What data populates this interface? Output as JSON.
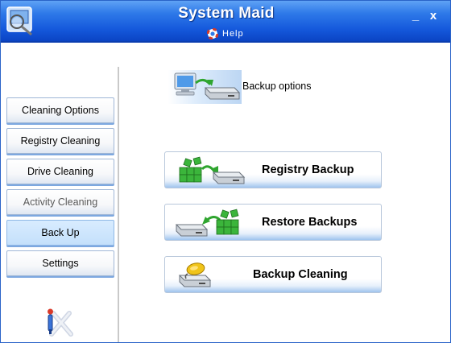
{
  "window": {
    "title": "System Maid",
    "help_label": "Help",
    "minimize_label": "_",
    "close_label": "x",
    "accent": "#1559dc"
  },
  "sidebar": {
    "items": [
      {
        "label": "Cleaning Options",
        "state": "normal"
      },
      {
        "label": "Registry Cleaning",
        "state": "normal"
      },
      {
        "label": "Drive Cleaning",
        "state": "normal"
      },
      {
        "label": "Activity Cleaning",
        "state": "disabled"
      },
      {
        "label": "Back Up",
        "state": "active"
      },
      {
        "label": "Settings",
        "state": "normal"
      }
    ]
  },
  "main": {
    "heading": "Backup options",
    "heading_icon": "computer-to-drive-icon",
    "actions": [
      {
        "label": "Registry Backup",
        "icon": "registry-to-drive-icon"
      },
      {
        "label": "Restore Backups",
        "icon": "drive-to-registry-icon"
      },
      {
        "label": "Backup Cleaning",
        "icon": "sponge-cleaning-drive-icon"
      }
    ]
  }
}
